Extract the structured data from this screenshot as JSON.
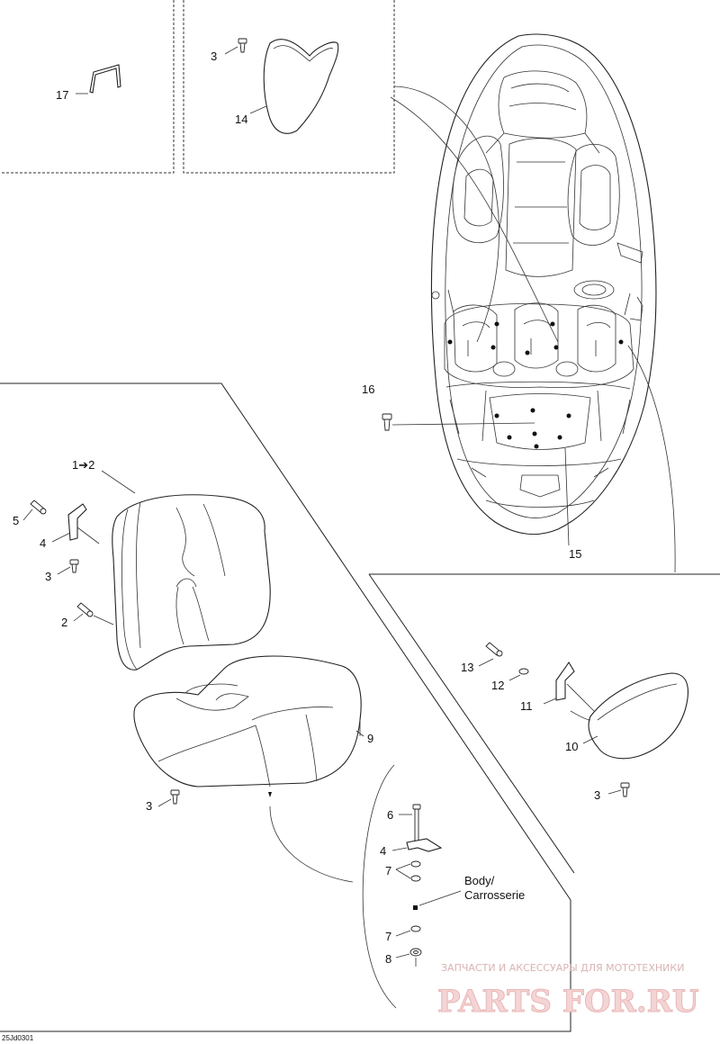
{
  "diagram": {
    "callouts": {
      "c17": "17",
      "c3_inset": "3",
      "c14": "14",
      "c16": "16",
      "c15": "15",
      "c1to2": "1➔2",
      "c5": "5",
      "c4_top": "4",
      "c3_mid": "3",
      "c2": "2",
      "c9": "9",
      "c3_low": "3",
      "c6": "6",
      "c4_low": "4",
      "c7_top": "7",
      "c7_low": "7",
      "c8": "8",
      "c13": "13",
      "c12": "12",
      "c11": "11",
      "c10": "10",
      "c3_right": "3"
    },
    "body_label_line1": "Body/",
    "body_label_line2": "Carrosserie",
    "drawing_code": "25Jd0301",
    "watermark_top": "ЗАПЧАСТИ И АКСЕССУАРЫ ДЛЯ МОТОТЕХНИКИ",
    "watermark_logo": "PARTS FOR.RU"
  }
}
